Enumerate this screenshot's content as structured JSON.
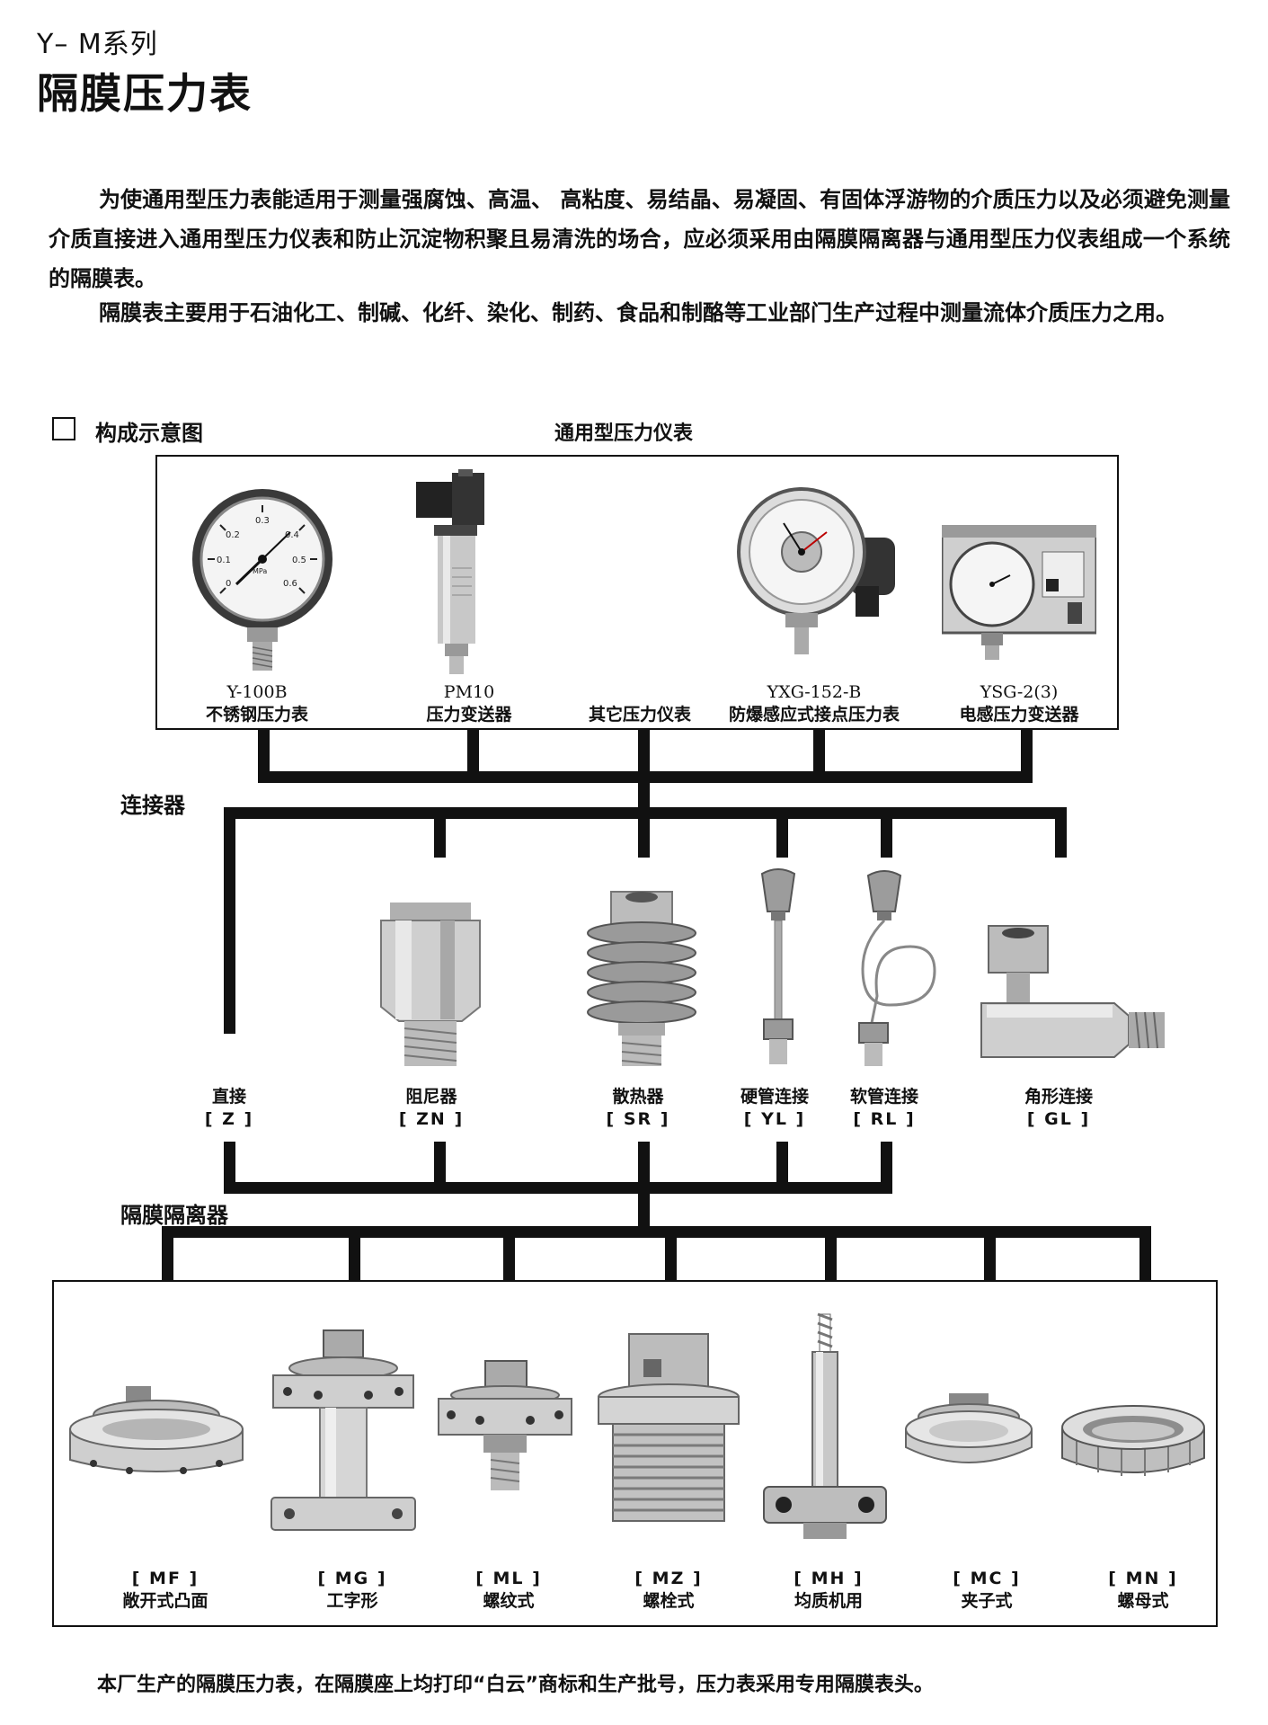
{
  "header": {
    "series": "Y– M系列",
    "title": "隔膜压力表"
  },
  "intro": {
    "paragraph1": "为使通用型压力表能适用于测量强腐蚀、高温、 高粘度、易结晶、易凝固、有固体浮游物的介质压力以及必须避免测量介质直接进入通用型压力仪表和防止沉淀物积聚且易清洗的场合，应必须采用由隔膜隔离器与通用型压力仪表组成一个系统的隔膜表。",
    "paragraph2": "隔膜表主要用于石油化工、制碱、化纤、染化、制药、食品和制酪等工业部门生产过程中测量流体介质压力之用。"
  },
  "diagram": {
    "legend_label": "构成示意图",
    "instruments_label": "通用型压力仪表",
    "connectors_label": "连接器",
    "separators_label": "隔膜隔离器",
    "instruments": [
      {
        "model": "Y-100B",
        "name": "不锈钢压力表"
      },
      {
        "model": "PM10",
        "name": "压力变送器"
      },
      {
        "model": "",
        "name": "其它压力仪表"
      },
      {
        "model": "YXG-152-B",
        "name": "防爆感应式接点压力表"
      },
      {
        "model": "YSG-2(3)",
        "name": "电感压力变送器"
      }
    ],
    "connectors": [
      {
        "name": "直接",
        "code": "[ Z ]"
      },
      {
        "name": "阻尼器",
        "code": "[ ZN ]"
      },
      {
        "name": "散热器",
        "code": "[ SR ]"
      },
      {
        "name": "硬管连接",
        "code": "[ YL ]"
      },
      {
        "name": "软管连接",
        "code": "[ RL ]"
      },
      {
        "name": "角形连接",
        "code": "[ GL ]"
      }
    ],
    "separators": [
      {
        "code": "[ MF ]",
        "name": "敞开式凸面"
      },
      {
        "code": "[ MG ]",
        "name": "工字形"
      },
      {
        "code": "[ ML ]",
        "name": "螺纹式"
      },
      {
        "code": "[ MZ ]",
        "name": "螺栓式"
      },
      {
        "code": "[ MH ]",
        "name": "均质机用"
      },
      {
        "code": "[ MC ]",
        "name": "夹子式"
      },
      {
        "code": "[ MN ]",
        "name": "螺母式"
      }
    ],
    "gauge_dial_labels": [
      "0",
      "0.1",
      "0.2",
      "0.3",
      "0.4",
      "0.5",
      "0.6"
    ],
    "gauge_unit": "MPa"
  },
  "footer": {
    "note": "本厂生产的隔膜压力表，在隔膜座上均打印“白云”商标和生产批号，压力表采用专用隔膜表头。"
  }
}
